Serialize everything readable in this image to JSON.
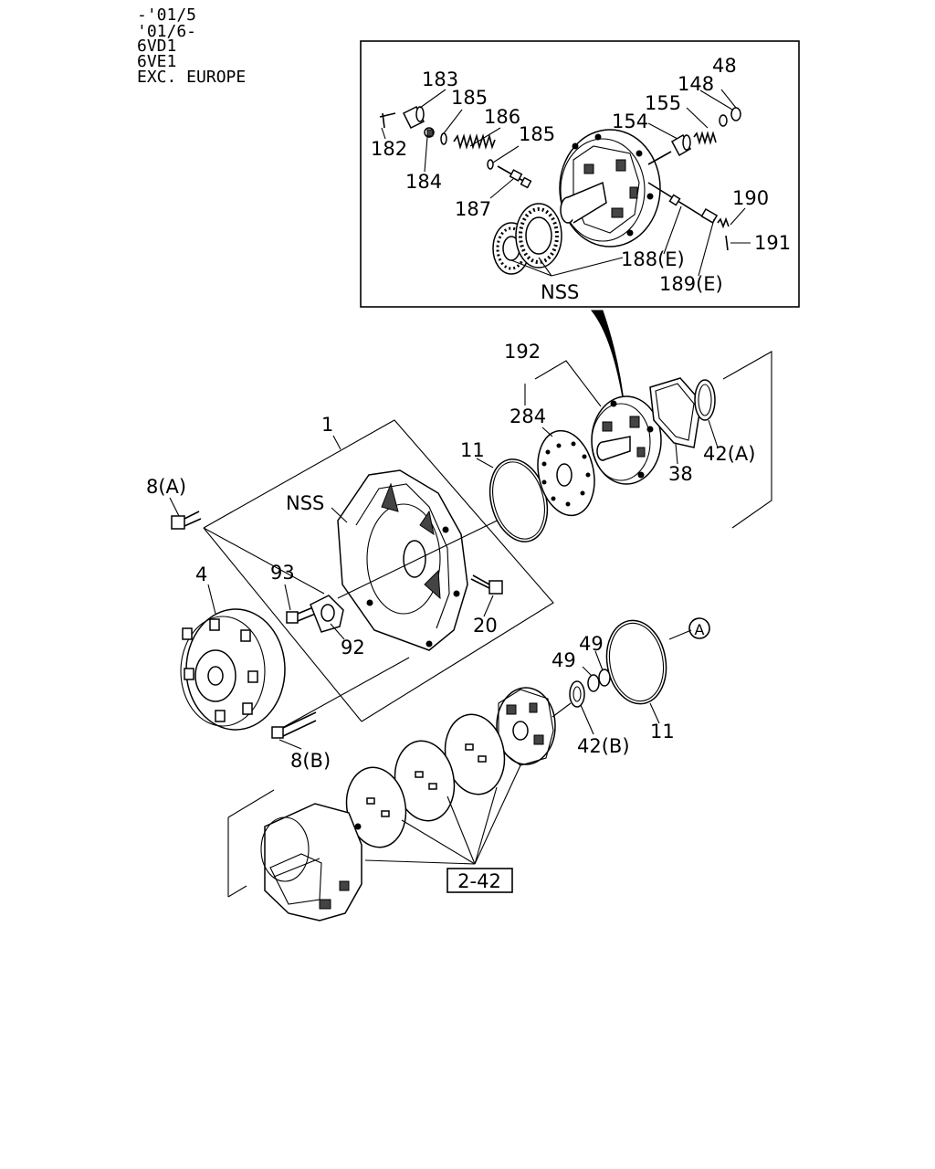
{
  "header": {
    "line1": "-'01/5",
    "line2": "'01/6-",
    "line3": "6VD1",
    "line4": "6VE1",
    "line5": "EXC. EUROPE"
  },
  "callouts": {
    "p183": "183",
    "p185a": "185",
    "p186": "186",
    "p185b": "185",
    "p182": "182",
    "p184": "184",
    "p187": "187",
    "p148": "148",
    "p48": "48",
    "p155": "155",
    "p154": "154",
    "p190": "190",
    "p191": "191",
    "p188": "188(E)",
    "p189": "189(E)",
    "nss_inset": "NSS",
    "p192": "192",
    "p284": "284",
    "p11_top": "11",
    "p38": "38",
    "p42a": "42(A)",
    "p1": "1",
    "nss_main": "NSS",
    "p8a": "8(A)",
    "p93": "93",
    "p92": "92",
    "p20": "20",
    "p4": "4",
    "p8b": "8(B)",
    "circle_a": "A",
    "p49a": "49",
    "p49b": "49",
    "p42b": "42(B)",
    "p11_bot": "11",
    "ref_box": "2-42"
  }
}
